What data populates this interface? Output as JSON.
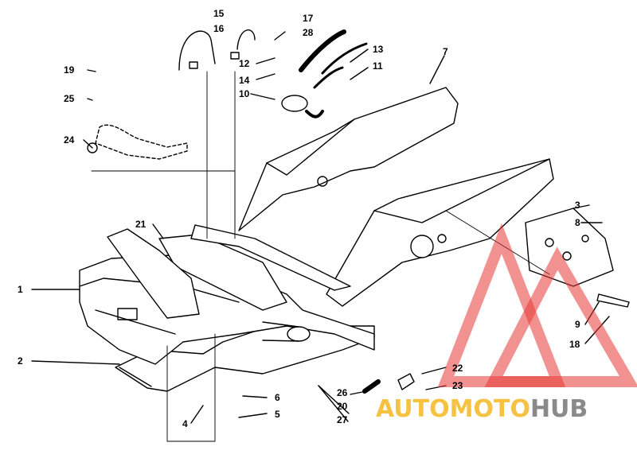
{
  "diagram": {
    "callouts": [
      {
        "id": "1",
        "text": "1"
      },
      {
        "id": "2",
        "text": "2"
      },
      {
        "id": "3",
        "text": "3"
      },
      {
        "id": "4",
        "text": "4"
      },
      {
        "id": "5",
        "text": "5"
      },
      {
        "id": "6",
        "text": "6"
      },
      {
        "id": "7",
        "text": "7"
      },
      {
        "id": "8",
        "text": "8"
      },
      {
        "id": "9",
        "text": "9"
      },
      {
        "id": "10",
        "text": "10"
      },
      {
        "id": "11",
        "text": "11"
      },
      {
        "id": "12",
        "text": "12"
      },
      {
        "id": "13",
        "text": "13"
      },
      {
        "id": "14",
        "text": "14"
      },
      {
        "id": "15",
        "text": "15"
      },
      {
        "id": "16",
        "text": "16"
      },
      {
        "id": "17",
        "text": "17"
      },
      {
        "id": "18",
        "text": "18"
      },
      {
        "id": "19",
        "text": "19"
      },
      {
        "id": "20",
        "text": "20"
      },
      {
        "id": "21",
        "text": "21"
      },
      {
        "id": "22",
        "text": "22"
      },
      {
        "id": "23",
        "text": "23"
      },
      {
        "id": "24",
        "text": "24"
      },
      {
        "id": "25",
        "text": "25"
      },
      {
        "id": "26",
        "text": "26"
      },
      {
        "id": "27",
        "text": "27"
      },
      {
        "id": "28",
        "text": "28"
      }
    ]
  },
  "watermark": {
    "part1": "AUTO",
    "part2": "MOTO",
    "part3": "HUB",
    "colors": {
      "auto": "#f5c242",
      "moto": "#f5c242",
      "hub": "#8a8a8a",
      "triangle": "#e53935"
    }
  }
}
